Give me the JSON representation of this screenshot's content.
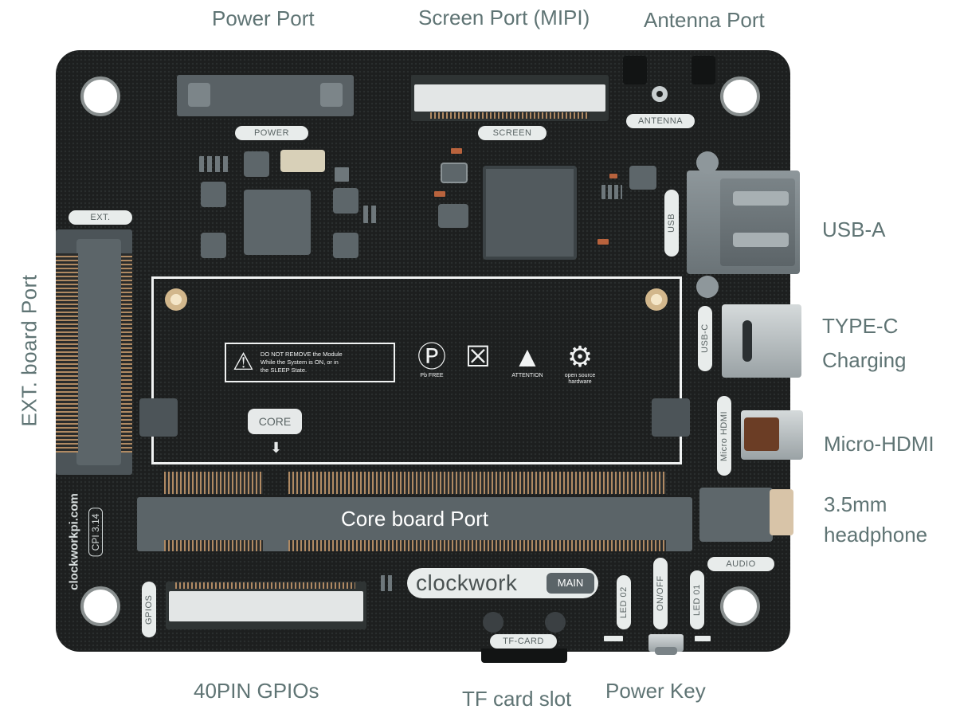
{
  "callouts": {
    "power_port": "Power Port",
    "screen_port": "Screen Port (MIPI)",
    "antenna_port": "Antenna Port",
    "usb_a": "USB-A",
    "type_c": [
      "TYPE-C",
      "Charging"
    ],
    "micro_hdmi": "Micro-HDMI",
    "headphone": [
      "3.5mm",
      "headphone"
    ],
    "ext_board_port": "EXT. board  Port",
    "gpio": "40PIN GPIOs",
    "tf_card": "TF card slot",
    "power_key": "Power Key"
  },
  "silkscreen": {
    "power": "POWER",
    "screen": "SCREEN",
    "antenna": "ANTENNA",
    "ext": "EXT.",
    "usb": "USB",
    "usb_c": "USB-C",
    "micro_hdmi": "Micro HDMI",
    "audio": "AUDIO",
    "gpios": "GPIOS",
    "tf_card": "TF-CARD",
    "led_02": "LED 02",
    "on_off": "ON/OFF",
    "led_01": "LED 01",
    "core": "CORE",
    "core_board_port": "Core board Port",
    "brand": "clockwork",
    "main": "MAIN",
    "url": "clockworkpi.com",
    "version": "CPI 3.14"
  },
  "module": {
    "warning_lines": [
      "DO NOT REMOVE the Module",
      "While the System is ON, or in",
      "the SLEEP State."
    ],
    "cert_pb": "Pb FREE",
    "cert_esd": "ATTENTION",
    "cert_oshw": "open source hardware",
    "warning_icon": "warning-triangle-icon",
    "pb_icon": "lead-free-icon",
    "weee_icon": "crossed-bin-icon",
    "esd_icon": "esd-hand-icon",
    "oshw_icon": "open-hardware-gear-icon"
  },
  "colors": {
    "callout_text": "#5f7474",
    "board": "#1d1f1f",
    "connector": "#596165",
    "silk": "#e8eceb"
  }
}
